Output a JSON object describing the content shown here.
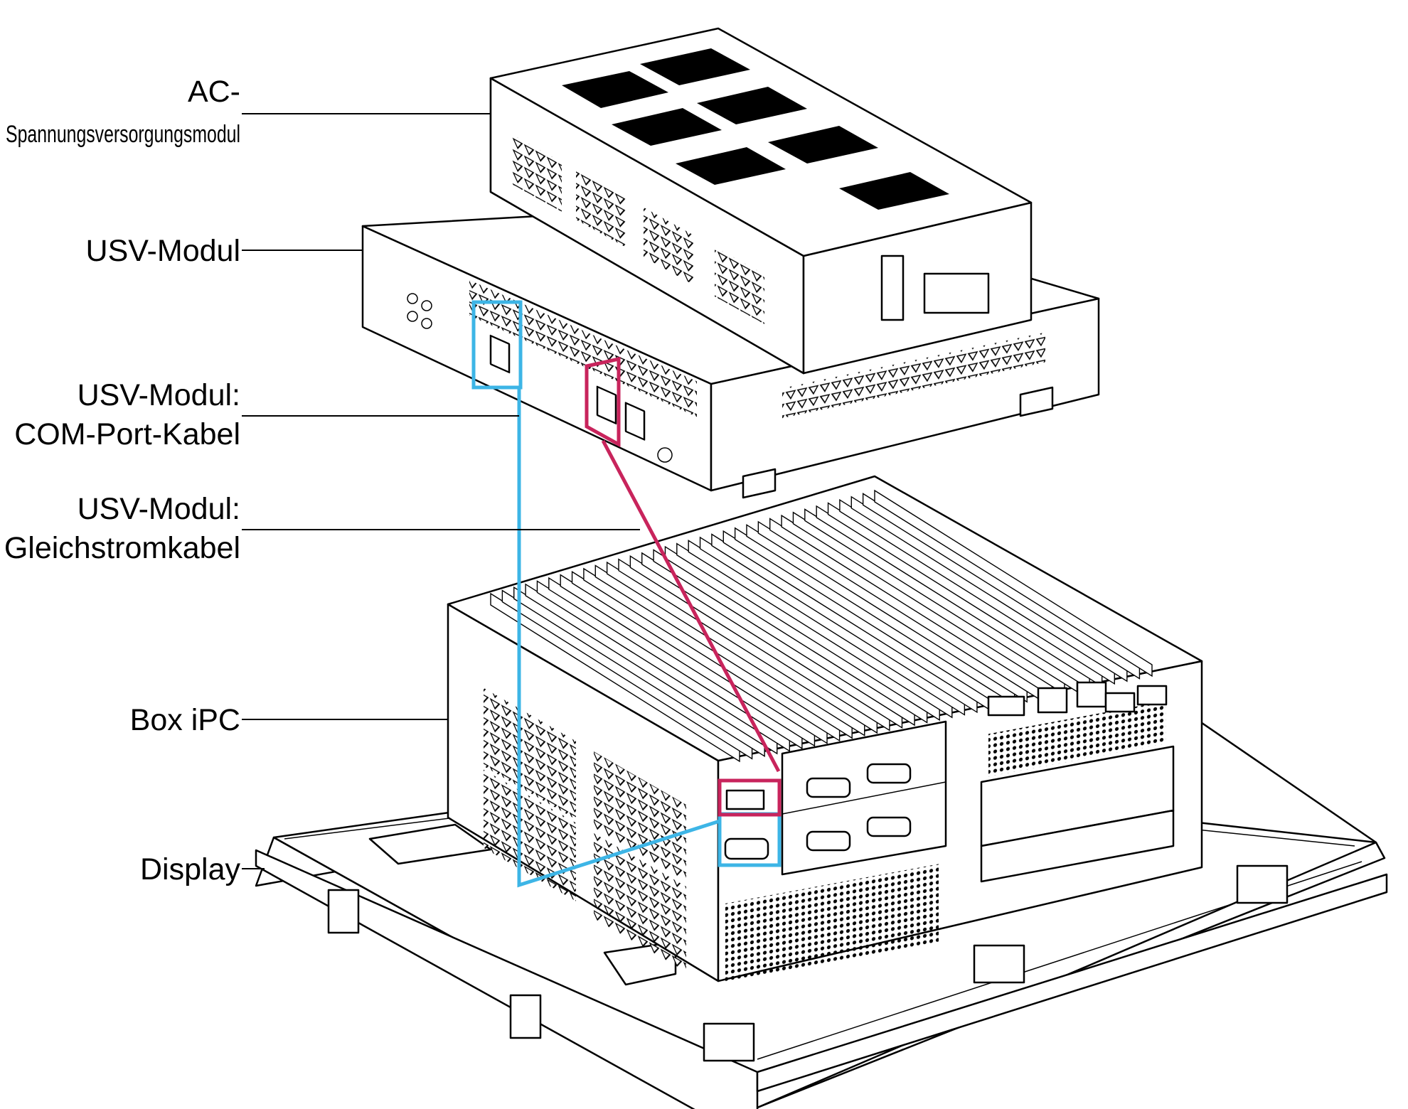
{
  "labels": {
    "ac_module_line1": "AC-",
    "ac_module_line2": "Spannungsversorgungsmodul",
    "ups_module": "USV-Modul",
    "ups_com_line1": "USV-Modul:",
    "ups_com_line2": "COM-Port-Kabel",
    "ups_dc_line1": "USV-Modul:",
    "ups_dc_line2": "Gleichstromkabel",
    "box_ipc": "Box iPC",
    "display": "Display"
  },
  "colors": {
    "com_cable": "#3db5e6",
    "dc_cable": "#c8245c",
    "outline": "#000000"
  }
}
